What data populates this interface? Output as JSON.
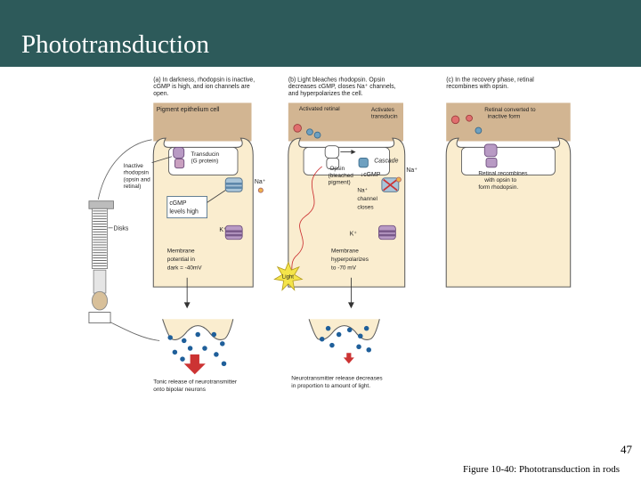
{
  "slide": {
    "title": "Phototransduction",
    "number": "47",
    "caption": "Figure 10-40: Phototransduction in rods"
  },
  "panel_a": {
    "heading": [
      "(a) In darkness, rhodopsin is inactive,",
      "cGMP is high, and ion channels are",
      "open."
    ],
    "pigment_label": "Pigment epithelium cell",
    "transducin_label": [
      "Transducin",
      "(G protein)"
    ],
    "rhodopsin_label": [
      "Inactive",
      "rhodopsin",
      "(opsin and",
      "retinal)"
    ],
    "na_label": "Na⁺",
    "cgmp_label": [
      "cGMP",
      "levels high"
    ],
    "k_label": "K⁺",
    "potential_label": [
      "Membrane",
      "potential in",
      "dark = -40mV"
    ],
    "disks_label": "Disks",
    "release_label": [
      "Tonic release of neurotransmitter",
      "onto bipolar neurons"
    ]
  },
  "panel_b": {
    "heading": [
      "(b) Light bleaches rhodopsin. Opsin",
      "decreases cGMP, closes Na⁺ channels,",
      "and hyperpolarizes the cell."
    ],
    "activated_retinal": "Activated retinal",
    "activates_label": [
      "Activates",
      "transducin"
    ],
    "cascade_label": "Cascade",
    "opsin_label": [
      "Opsin",
      "(bleached",
      "pigment)"
    ],
    "cgmp_label": "↓cGMP",
    "na_label": "Na⁺",
    "na_channel_label": [
      "Na⁺",
      "channel",
      "closes"
    ],
    "k_label": "K⁺",
    "hyper_label": [
      "Membrane",
      "hyperpolarizes",
      "to -70 mV"
    ],
    "light_label": "Light",
    "release_label": [
      "Neurotransmitter release decreases",
      "in proportion to amount of light."
    ]
  },
  "panel_c": {
    "heading": [
      "(c) In the recovery phase, retinal",
      "recombines with opsin."
    ],
    "converted_label": [
      "Retinal converted to",
      "inactive form"
    ],
    "recombine_label": [
      "Retinal recombines",
      "with opsin to",
      "form rhodopsin."
    ]
  },
  "colors": {
    "title_bar": "#2d5a5a",
    "pigment_tan": "#d2b592",
    "cell_cream": "#faedcf",
    "outline": "#5a5a5a",
    "channel_blue": "#a9c4d8",
    "channel_purple": "#b89ac4",
    "arrow_red": "#cc3333",
    "vesicle_blue": "#1f5f9a"
  }
}
